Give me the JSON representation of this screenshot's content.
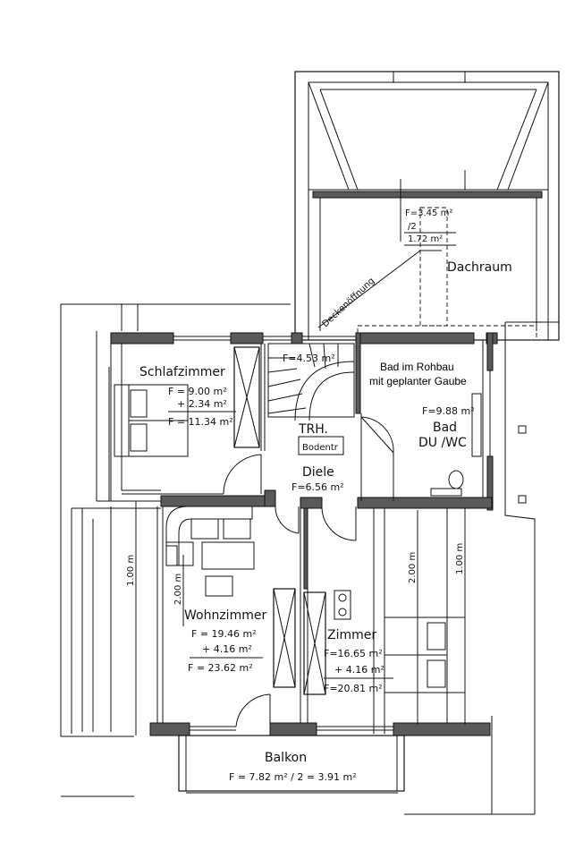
{
  "rooms": {
    "dachraum": {
      "name": "Dachraum"
    },
    "deckenoeffnung": {
      "label": "Deckenöffnung"
    },
    "void": {
      "line1": "F=3.45 m²",
      "line2": "/2",
      "line3": "1.72 m²"
    },
    "schlafzimmer": {
      "name": "Schlafzimmer",
      "f1": "F = 9.00 m²",
      "f2": "+ 2.34 m²",
      "f3": "F = 11.34 m²"
    },
    "treppe": {
      "area": "F=4.53 m²",
      "label": "TRH.",
      "bodentr": "Bodentr"
    },
    "diele": {
      "name": "Diele",
      "area": "F=6.56 m²"
    },
    "bad": {
      "note1": "Bad im Rohbau",
      "note2": "mit geplanter Gaube",
      "area": "F=9.88 m²",
      "name": "Bad",
      "name2": "DU /WC"
    },
    "wohnzimmer": {
      "name": "Wohnzimmer",
      "f1": "F = 19.46 m²",
      "f2": "+ 4.16 m²",
      "f3": "F = 23.62 m²"
    },
    "zimmer": {
      "name": "Zimmer",
      "f1": "F=16.65 m²",
      "f2": "+ 4.16 m²",
      "f3": "F=20.81 m²"
    },
    "balkon": {
      "name": "Balkon",
      "area": "F = 7.82 m² / 2 = 3.91 m²"
    }
  },
  "dimensions": {
    "left_outer": "1.00 m",
    "left_inner": "2.00 m",
    "right_inner": "2.00 m",
    "right_outer": "1.00 m"
  },
  "colors": {
    "line": "#111111",
    "wall": "#5a5a5a"
  }
}
